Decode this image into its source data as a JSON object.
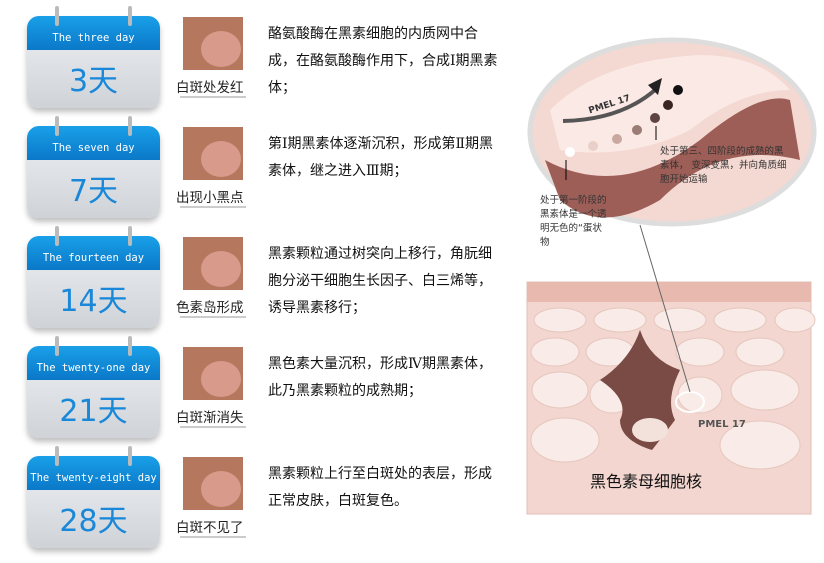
{
  "stages": [
    {
      "en": "The three day",
      "num": "3天",
      "label": "白斑处发红",
      "desc": "酪氨酸酶在黑素细胞的内质网中合成，在酪氨酸酶作用下，合成Ⅰ期黑素体；"
    },
    {
      "en": "The seven day",
      "num": "7天",
      "label": "出现小黑点",
      "desc": "第Ⅰ期黑素体逐渐沉积，形成第Ⅱ期黑素体，继之进入Ⅲ期；"
    },
    {
      "en": "The fourteen day",
      "num": "14天",
      "label": "色素岛形成",
      "desc": "黑素颗粒通过树突向上移行，角朊细胞分泌干细胞生长因子、白三烯等，诱导黑素移行；"
    },
    {
      "en": "The twenty-one day",
      "num": "21天",
      "label": "白斑渐消失",
      "desc": "黑色素大量沉积，形成Ⅳ期黑素体，此乃黑素颗粒的成熟期；"
    },
    {
      "en": "The twenty-eight day",
      "num": "28天",
      "label": "白斑不见了",
      "desc": "黑素颗粒上行至白斑处的表层，形成正常皮肤，白斑复色。"
    }
  ],
  "diagram": {
    "pmel_top": "PMEL 17",
    "pmel_bottom": "PMEL 17",
    "note_stage34": "处于第三、四阶段的成熟的黑素体，  变深变黑，并向角质细胞开始运输",
    "note_stage1": "处于第一阶段的黑素体是一个透明无色的“蛋状物",
    "nucleus_label": "黑色素母细胞核"
  }
}
